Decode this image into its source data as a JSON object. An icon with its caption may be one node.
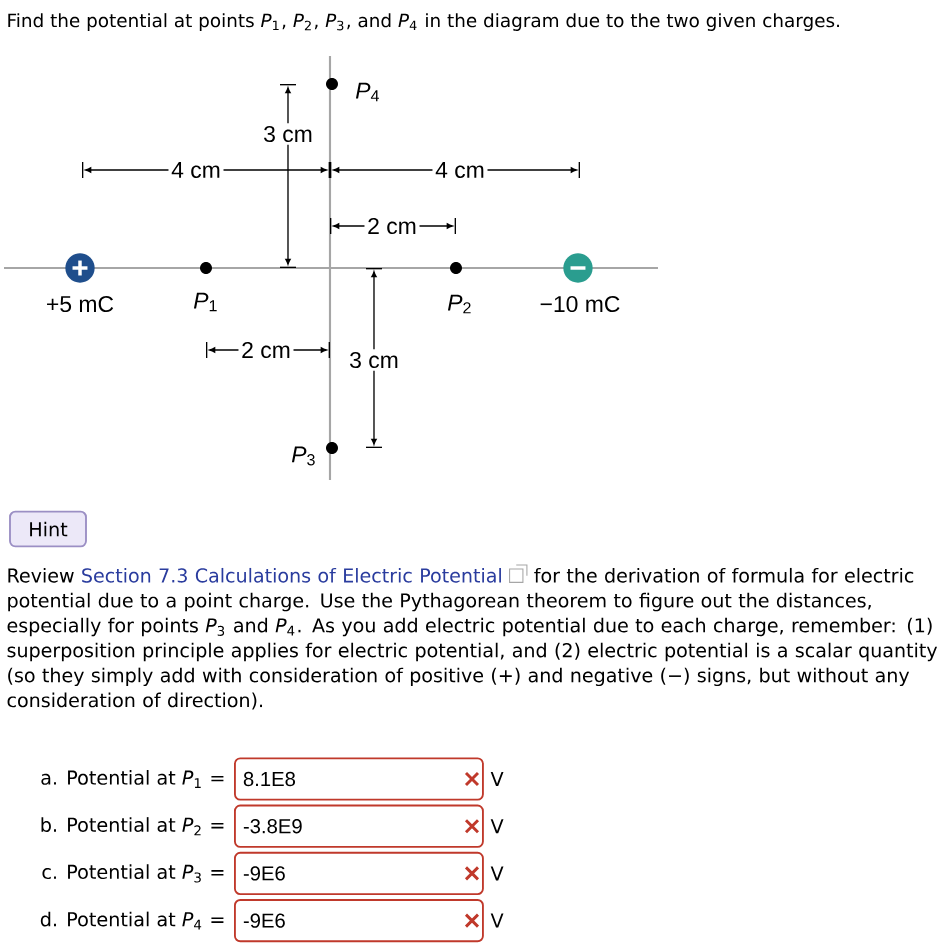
{
  "diagram": {
    "title": "Find the potential at points *P*$_{1}$, *P*$_{2}$, *P*$_{3}$, and *P*$_{4}$ in the diagram due to the two given charges.",
    "nodes": [
      {
        "text": [],
        "shape": "circle",
        "beside": [
          "+5 mC"
        ]
      },
      {
        "text": [],
        "shape": "circle",
        "beside": [
          "*P*$_{1}$"
        ]
      },
      {
        "text": [],
        "shape": "circle",
        "beside": [
          "*P*$_{2}$"
        ]
      },
      {
        "text": [],
        "shape": "circle",
        "beside": [
          "−10 mC"
        ]
      },
      {
        "text": [],
        "shape": "circle",
        "beside": [
          "*P*$_{4}$"
        ]
      },
      {
        "text": [],
        "shape": "circle",
        "beside": [
          "*P*$_{3}$"
        ]
      },
      {
        "text": [
          "Hint"
        ]
      },
      {
        "text": [
          "8.1E8"
        ],
        "beside": [
          "a. Potential at *P*$_{1}$ =",
          "V"
        ]
      },
      {
        "text": [
          "-3.8E9"
        ],
        "beside": [
          "b. Potential at *P*$_{2}$ =",
          "V"
        ]
      },
      {
        "text": [
          "-9E6"
        ],
        "beside": [
          "c. Potential at *P*$_{3}$ =",
          "V"
        ]
      },
      {
        "text": [
          "-9E6"
        ],
        "beside": [
          "d. Potential at *P*$_{4}$ =",
          "V"
        ]
      }
    ],
    "labels": [
      "3 cm",
      "4 cm",
      "4 cm",
      "2 cm",
      "2 cm",
      "3 cm",
      "Review",
      "Section 7.3 Calculations of Electric Potential",
      "for the derivation of formula for electric potential due to a point charge. Use the Pythagorean theorem to figure out the distances, especially for points *P*$_{3}$ and *P*$_{4}$. As you add electric potential due to each charge, remember: (1) superposition principle applies for electric potential, and (2) electric potential is a scalar quantity (so they simply add with consideration of positive (+) and negative (−) signs, but without any consideration of direction)."
    ]
  }
}
